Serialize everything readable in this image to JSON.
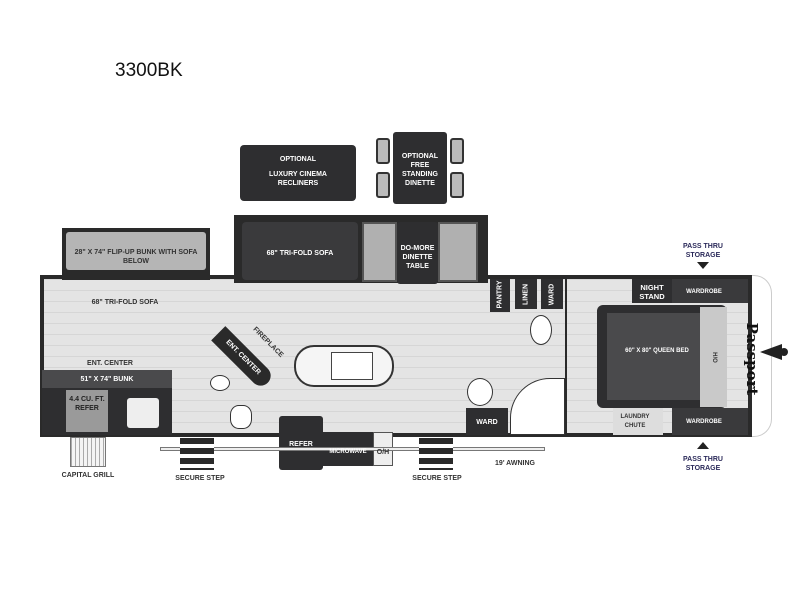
{
  "title": "3300BK",
  "labels": {
    "optional_recliners": [
      "OPTIONAL",
      "LUXURY CINEMA RECLINERS"
    ],
    "optional_dinette": "OPTIONAL FREE STANDING DINETTE",
    "flip_up_bunk": "28\" X 74\" FLIP-UP BUNK WITH SOFA BELOW",
    "tri_fold_sofa_left": "68\" TRI-FOLD SOFA",
    "tri_fold_sofa_slide": "68\" TRI-FOLD SOFA",
    "dinette_table": "DO-MORE DINETTE TABLE",
    "ent_center_left": "ENT. CENTER",
    "bunk": "51\" X 74\" BUNK",
    "mini_refer": "4.4 CU. FT. REFER",
    "fireplace": "FIREPLACE",
    "ent_center_diag": "ENT. CENTER",
    "refer": "REFER",
    "microwave": "MICROWAVE",
    "oh": "O/H",
    "pantry": "PANTRY",
    "linen": "LINEN",
    "ward_top": "WARD",
    "ward_bath": "WARD",
    "night_stand": "NIGHT STAND",
    "wardrobe_top": "WARDROBE",
    "wardrobe_bottom": "WARDROBE",
    "queen_bed": "60\" X 80\" QUEEN BED",
    "ho": "H/O",
    "laundry_chute": "LAUNDRY CHUTE",
    "pass_thru_top": "PASS THRU STORAGE",
    "pass_thru_bottom": "PASS THRU STORAGE",
    "awning": "19' AWNING",
    "secure_step_1": "SECURE STEP",
    "secure_step_2": "SECURE STEP",
    "capital_grill": "CAPITAL GRILL",
    "brand": "Passport"
  }
}
